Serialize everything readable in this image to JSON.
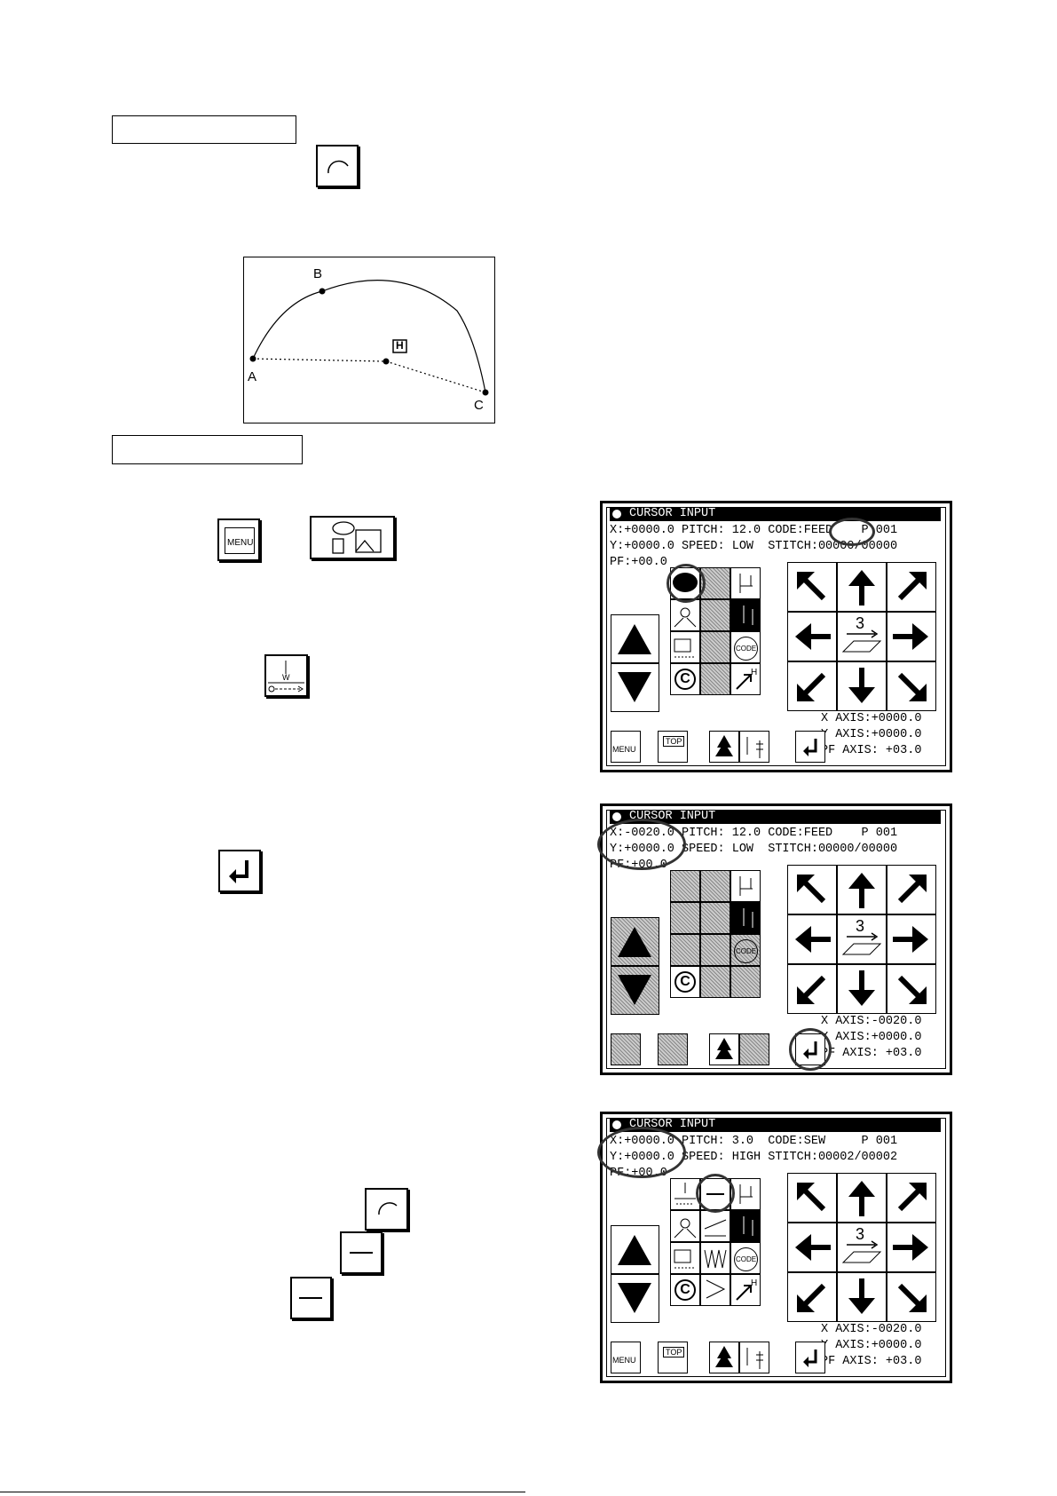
{
  "diagram": {
    "points": [
      {
        "label": "A"
      },
      {
        "label": "B"
      },
      {
        "label": "C"
      }
    ],
    "center_marker": "H"
  },
  "icons": {
    "menu_label": "MENU",
    "top_label": "TOP",
    "code_label": "CODE"
  },
  "panels": [
    {
      "title": "CURSOR INPUT",
      "row1": "X:+0000.0 PITCH: 12.0 CODE:FEED    P 001",
      "row2": "Y:+0000.0 SPEED: LOW  STITCH:00000/00000",
      "row3": "PF:+00.0",
      "axis_x": "X AXIS:+0000.0",
      "axis_y": "Y AXIS:+0000.0",
      "axis_pf": "PF AXIS: +03.0",
      "move_step": "3"
    },
    {
      "title": "CURSOR INPUT",
      "row1": "X:-0020.0 PITCH: 12.0 CODE:FEED    P 001",
      "row2": "Y:+0000.0 SPEED: LOW  STITCH:00000/00000",
      "row3": "PF:+00.0",
      "axis_x": "X AXIS:-0020.0",
      "axis_y": "Y AXIS:+0000.0",
      "axis_pf": "PF AXIS: +03.0",
      "move_step": "3"
    },
    {
      "title": "CURSOR INPUT",
      "row1": "X:+0000.0 PITCH: 3.0  CODE:SEW     P 001",
      "row2": "Y:+0000.0 SPEED: HIGH STITCH:00002/00002",
      "row3": "PF:+00.0",
      "axis_x": "X AXIS:-0020.0",
      "axis_y": "Y AXIS:+0000.0",
      "axis_pf": "PF AXIS: +03.0",
      "move_step": "3"
    }
  ]
}
